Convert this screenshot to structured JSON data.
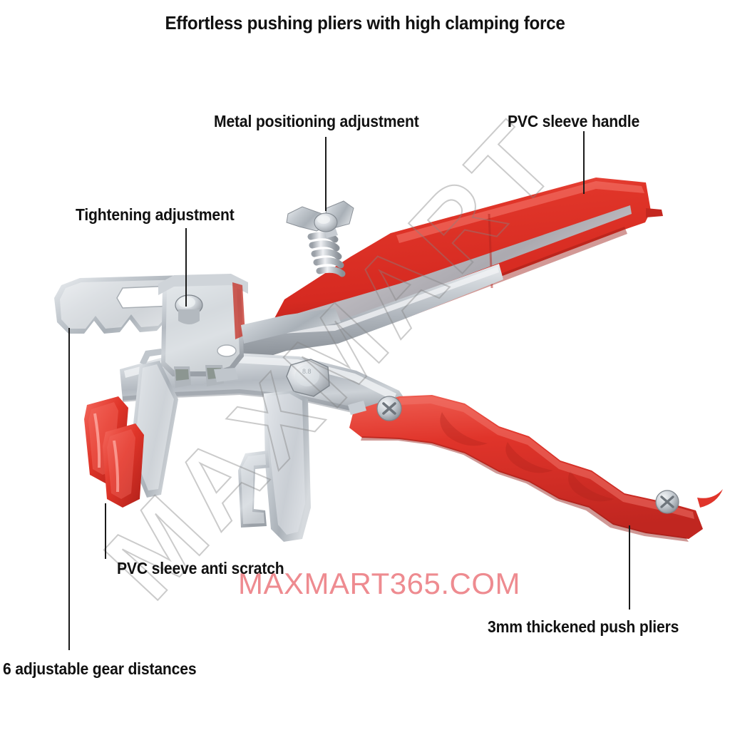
{
  "title": "Effortless pushing pliers with high clamping force",
  "callouts": [
    {
      "id": "metal-positioning-adjustment",
      "label": "Metal positioning adjustment"
    },
    {
      "id": "pvc-sleeve-handle",
      "label": "PVC sleeve handle"
    },
    {
      "id": "tightening-adjustment",
      "label": "Tightening adjustment"
    },
    {
      "id": "pvc-sleeve-anti-scratch",
      "label": "PVC sleeve anti scratch"
    },
    {
      "id": "six-adjustable-gear-distances",
      "label": "6 adjustable gear distances"
    },
    {
      "id": "three-mm-thickened-push-pliers",
      "label": "3mm thickened push pliers"
    }
  ],
  "watermarks": {
    "url": "MAXMART365.COM",
    "diagonal": "MAXMART"
  },
  "colors": {
    "background": "#ffffff",
    "text": "#111111",
    "leader_line": "#1b1b1b",
    "tool_red": "#de2f26",
    "tool_red_dark": "#a8201a",
    "tool_red_light": "#f0564a",
    "metal_light": "#e9ebed",
    "metal_mid": "#b9bec4",
    "metal_dark": "#8a9097",
    "watermark_url": "#ee8b90",
    "watermark_diagonal": "#828282"
  }
}
